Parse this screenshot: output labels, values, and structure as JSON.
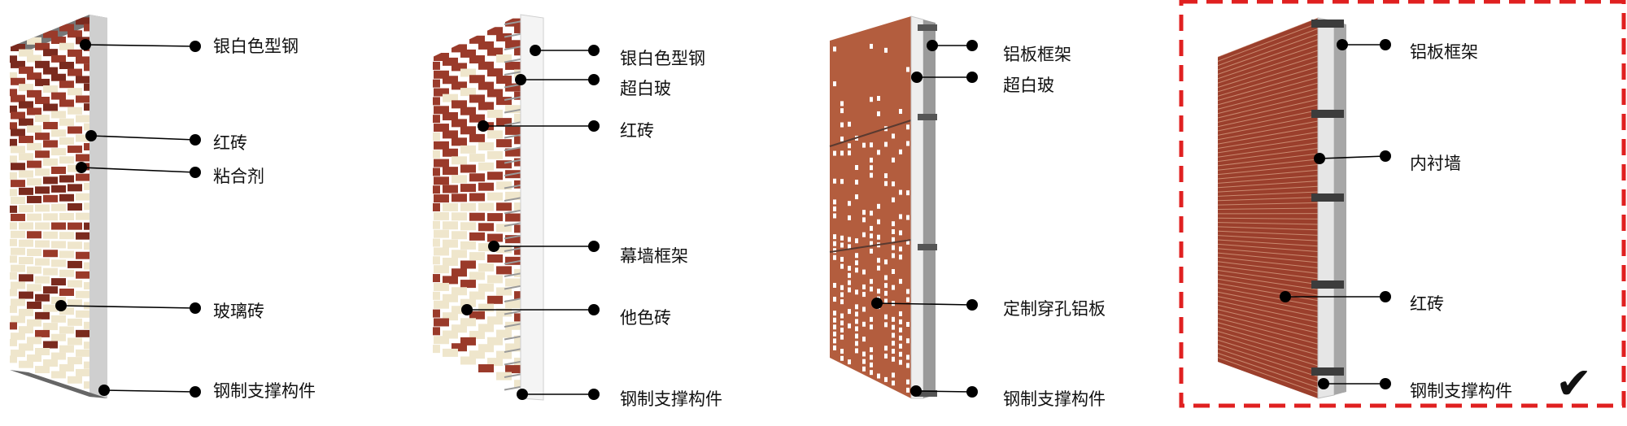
{
  "colors": {
    "brick_red": "#9a3a2a",
    "brick_dark": "#7a2a1e",
    "glass_brick": "#efe6cc",
    "steel": "#8c8c8c",
    "glass_panel": "#f2f2f2",
    "perforated_panel": "#b05a3c",
    "highlight_border": "#e02020",
    "line": "#000000"
  },
  "panels": [
    {
      "labels": [
        "银白色型钢",
        "红砖",
        "粘合剂",
        "玻璃砖",
        "钢制支撑构件"
      ]
    },
    {
      "labels": [
        "银白色型钢",
        "超白玻",
        "红砖",
        "幕墙框架",
        "他色砖",
        "钢制支撑构件"
      ]
    },
    {
      "labels": [
        "铝板框架",
        "超白玻",
        "定制穿孔铝板",
        "钢制支撑构件"
      ]
    },
    {
      "labels": [
        "铝板框架",
        "内衬墙",
        "红砖",
        "钢制支撑构件"
      ],
      "selected": true,
      "check_icon": "checkmark-icon",
      "check_glyph": "✔"
    }
  ]
}
